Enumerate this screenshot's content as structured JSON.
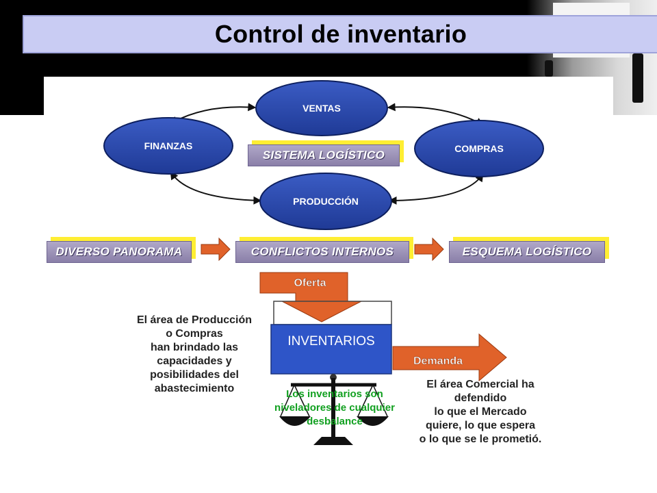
{
  "title": "Control de inventario",
  "cycle": {
    "nodes": {
      "ventas": "VENTAS",
      "finanzas": "FINANZAS",
      "compras": "COMPRAS",
      "produccion": "PRODUCCIÓN"
    },
    "center_label": "SISTEMA LOGÍSTICO"
  },
  "flow": [
    "DIVERSO PANORAMA",
    "CONFLICTOS INTERNOS",
    "ESQUEMA LOGÍSTICO"
  ],
  "inventory": {
    "oferta_label": "Oferta",
    "inventarios_label": "INVENTARIOS",
    "demanda_label": "Demanda"
  },
  "left_note": [
    "El área de Producción",
    "o Compras",
    "han brindado las",
    "capacidades y",
    "posibilidades del",
    "abastecimiento"
  ],
  "right_note": [
    "El área Comercial ha",
    "defendido",
    "lo que el Mercado",
    "quiere, lo que espera",
    "o lo que se le prometió."
  ],
  "balance_note": [
    "Los inventarios son",
    "niveladores de cualquier",
    "desbalance"
  ],
  "colors": {
    "ellipse_fill": "#2845a8",
    "ellipse_border": "#0d1f5e",
    "pill_fill": "#9a90b8",
    "pill_shadow": "#ffee33",
    "arrow_orange": "#e0622a",
    "inventory_blue": "#2e55c8",
    "green_text": "#11a020"
  }
}
